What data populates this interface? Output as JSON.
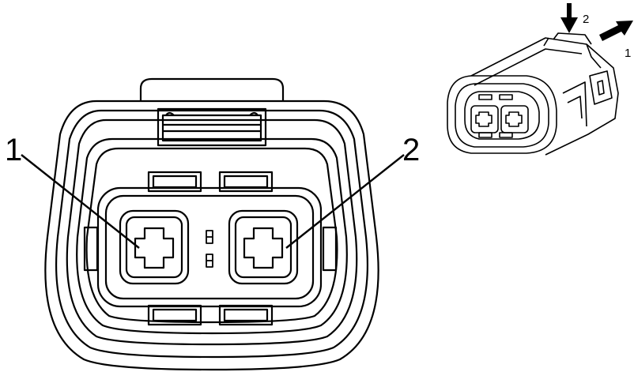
{
  "callouts": {
    "pin_1": "1",
    "pin_2": "2"
  },
  "inset": {
    "arrow_push_label": "2",
    "arrow_slide_label": "1"
  },
  "colors": {
    "line": "#000000",
    "background": "#ffffff"
  }
}
